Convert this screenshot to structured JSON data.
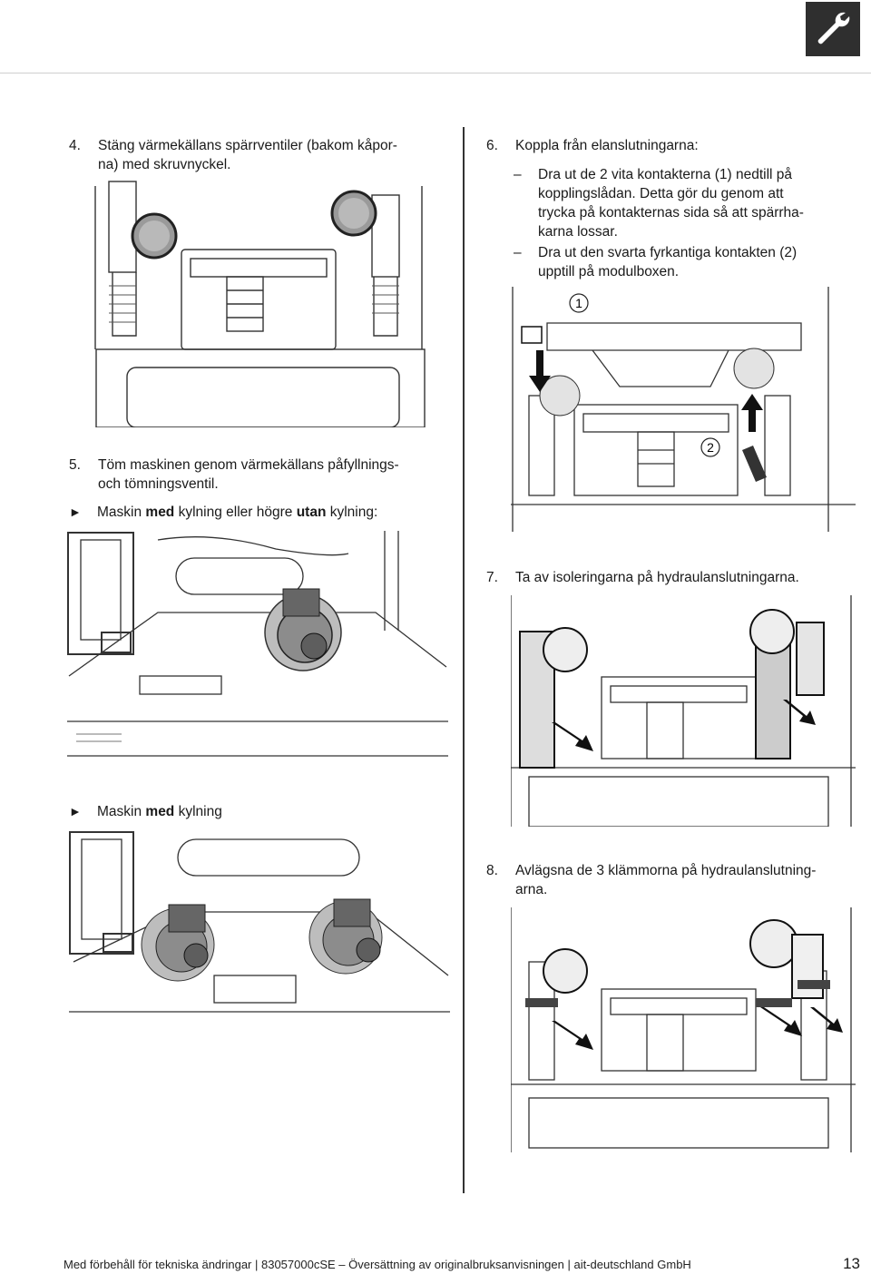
{
  "header": {
    "icon": "wrench-icon"
  },
  "left": {
    "step4": {
      "num": "4.",
      "line1": "Stäng värmekällans spärrventiler (bakom kåpor-",
      "line2": "na) med skruvnyckel."
    },
    "step5": {
      "num": "5.",
      "line1": "Töm maskinen genom värmekällans påfyllnings-",
      "line2": "och tömningsventil."
    },
    "note1": {
      "a": "Maskin ",
      "b": "med",
      "c": " kylning eller högre ",
      "d": "utan",
      "e": " kylning:"
    },
    "note2": {
      "a": "Maskin ",
      "b": "med",
      "c": " kylning"
    }
  },
  "right": {
    "step6": {
      "num": "6.",
      "title": "Koppla från elanslutningarna:",
      "items": [
        {
          "l1": "Dra ut de 2 vita kontakterna (1) nedtill på",
          "l2": "kopplingslådan. Detta gör du genom att",
          "l3": "trycka på kontakternas sida så att spärrha-",
          "l4": "karna lossar."
        },
        {
          "l1": "Dra ut den svarta fyrkantiga kontakten (2)",
          "l2": "upptill på modulboxen."
        }
      ],
      "callout1": "1",
      "callout2": "2"
    },
    "step7": {
      "num": "7.",
      "text": "Ta av isoleringarna på hydraulanslutningarna."
    },
    "step8": {
      "num": "8.",
      "line1": "Avlägsna de 3 klämmorna på hydraulanslutning-",
      "line2": "arna."
    }
  },
  "footer": {
    "text": "Med förbehåll för tekniska ändringar | 83057000cSE – Översättning av originalbruksanvisningen | ait-deutschland GmbH",
    "page": "13"
  },
  "colors": {
    "badge": "#2f2f2f",
    "text": "#1a1a1a"
  }
}
